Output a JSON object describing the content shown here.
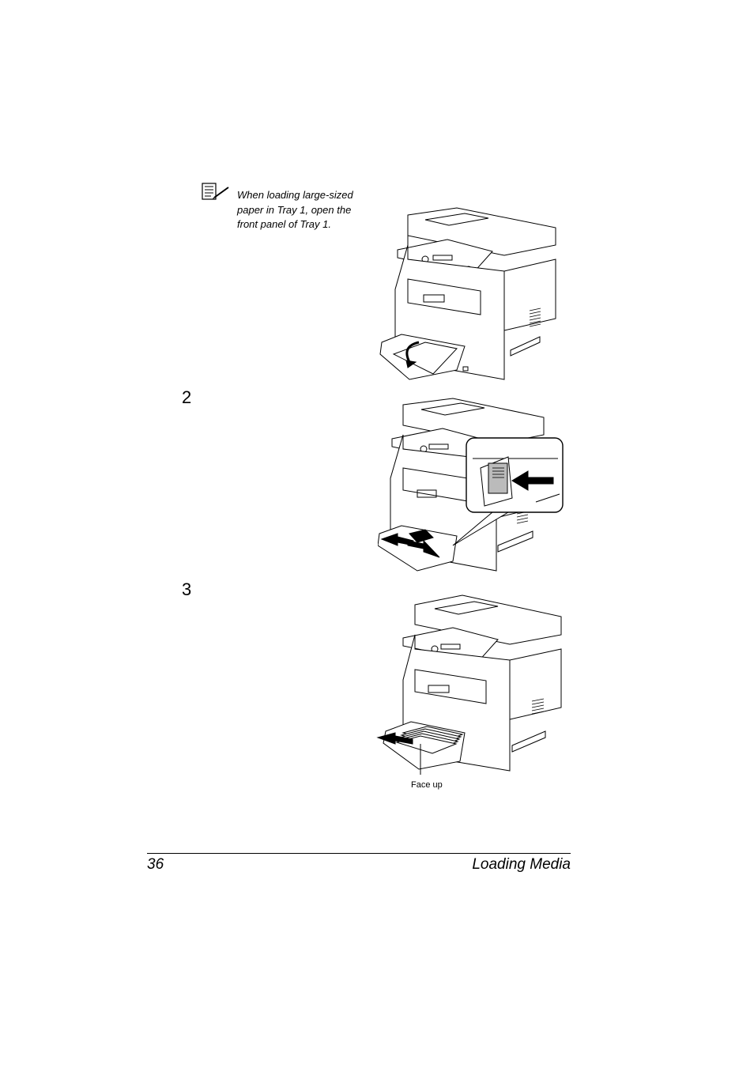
{
  "note": {
    "icon": "note-pencil-icon",
    "lines": [
      "When loading large-sized",
      "paper in Tray 1, open the",
      "front panel of Tray 1."
    ]
  },
  "steps": [
    {
      "number": "2"
    },
    {
      "number": "3"
    }
  ],
  "figures": {
    "fig1": {
      "name": "printer-tray1-front-panel-open"
    },
    "fig2": {
      "name": "printer-adjust-paper-guides"
    },
    "fig3": {
      "name": "printer-load-paper",
      "callout": "Face up"
    }
  },
  "footer": {
    "page_number": "36",
    "section_title": "Loading Media"
  }
}
